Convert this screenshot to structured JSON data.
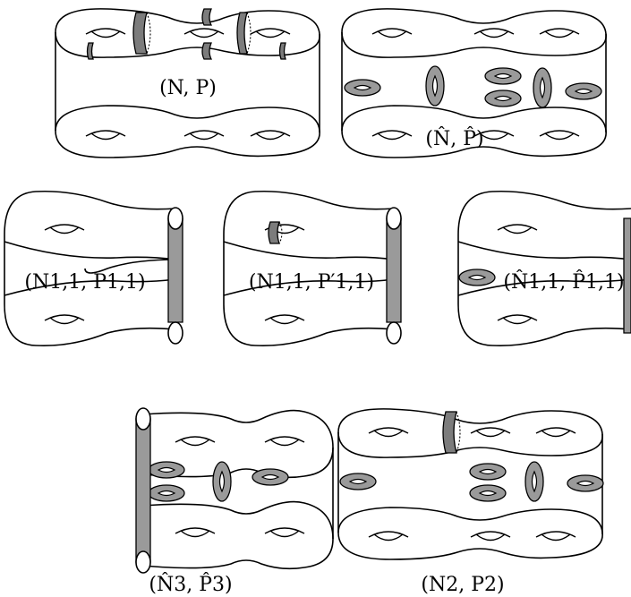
{
  "diagrams": [
    {
      "id": "NP",
      "label": "(N, P)"
    },
    {
      "id": "NhatPhat",
      "label": "(N̂, P̂)"
    },
    {
      "id": "N11P11",
      "label": "(N1,1, P1,1)"
    },
    {
      "id": "N11Pp11",
      "label": "(N1,1, P′1,1)"
    },
    {
      "id": "Nhat11Phat11",
      "label": "(N̂1,1, P̂1,1)"
    },
    {
      "id": "Nhat3Phat3",
      "label": "(N̂3, P̂3)"
    },
    {
      "id": "N2P2",
      "label": "(N2, P2)"
    }
  ],
  "colors": {
    "line": "#000000",
    "shaded": "#9a9a9a",
    "background": "#ffffff"
  }
}
